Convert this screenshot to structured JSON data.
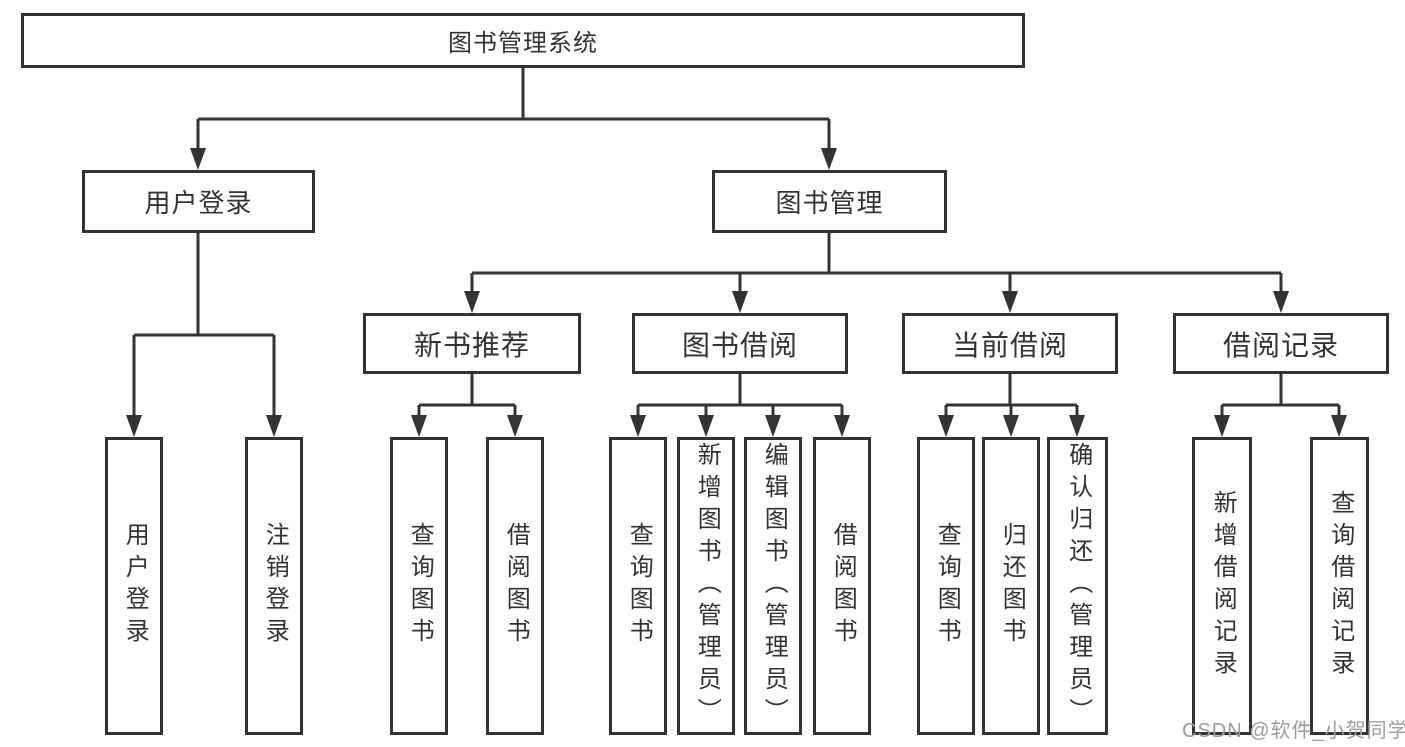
{
  "colors": {
    "line": "#333333",
    "text": "#333333",
    "watermark": "#9c9c9c",
    "background": "#ffffff"
  },
  "watermark": {
    "text": "CSDN @软件_小贺同学"
  },
  "tree": {
    "root": {
      "label": "图书管理系统"
    },
    "children": [
      {
        "label": "用户登录",
        "children": [
          {
            "label": "用户登录"
          },
          {
            "label": "注销登录"
          }
        ]
      },
      {
        "label": "图书管理",
        "children": [
          {
            "label": "新书推荐",
            "children": [
              {
                "label": "查询图书"
              },
              {
                "label": "借阅图书"
              }
            ]
          },
          {
            "label": "图书借阅",
            "children": [
              {
                "label": "查询图书"
              },
              {
                "label": "新增图书（管理员）"
              },
              {
                "label": "编辑图书（管理员）"
              },
              {
                "label": "借阅图书"
              }
            ]
          },
          {
            "label": "当前借阅",
            "children": [
              {
                "label": "查询图书"
              },
              {
                "label": "归还图书"
              },
              {
                "label": "确认归还（管理员）"
              }
            ]
          },
          {
            "label": "借阅记录",
            "children": [
              {
                "label": "新增借阅记录"
              },
              {
                "label": "查询借阅记录"
              }
            ]
          }
        ]
      }
    ]
  }
}
